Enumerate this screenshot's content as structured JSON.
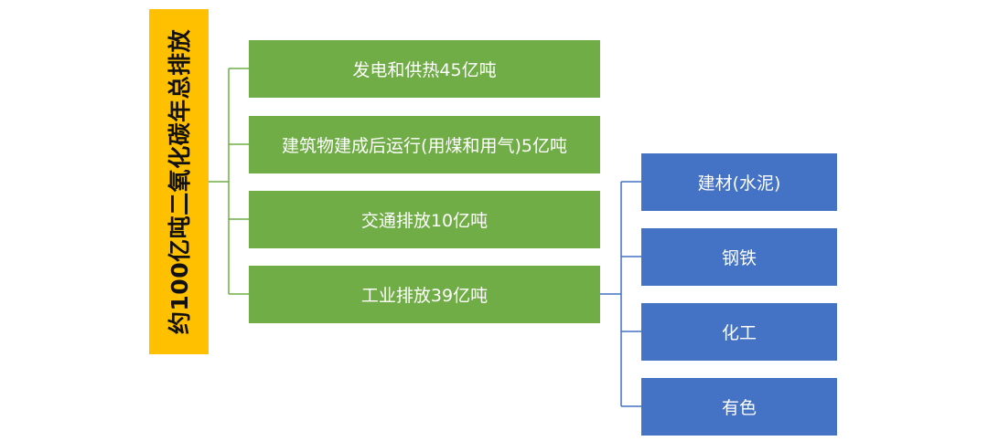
{
  "colors": {
    "root": "#FFC000",
    "level1": "#70AD47",
    "level2": "#4472C4",
    "connector_green": "#70AD47",
    "connector_blue": "#4472C4"
  },
  "root": {
    "label": "约100亿吨二氧化碳年总排放"
  },
  "level1": [
    {
      "label": "发电和供热45亿吨"
    },
    {
      "label": "建筑物建成后运行(用煤和用气)5亿吨"
    },
    {
      "label": "交通排放10亿吨"
    },
    {
      "label": "工业排放39亿吨"
    }
  ],
  "industry_sub": [
    {
      "label": "建材(水泥)"
    },
    {
      "label": "钢铁"
    },
    {
      "label": "化工"
    },
    {
      "label": "有色"
    }
  ]
}
